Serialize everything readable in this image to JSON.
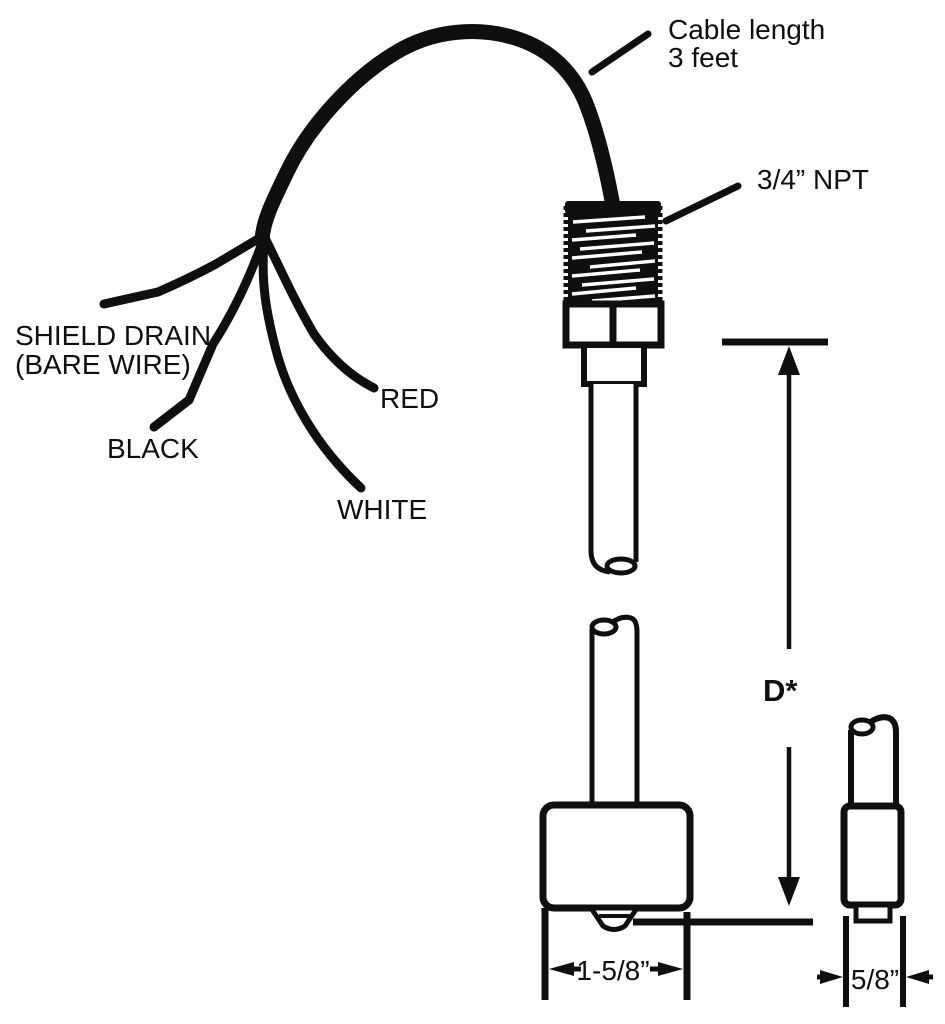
{
  "diagram": {
    "kind": "probe-assembly-technical-drawing",
    "callouts": {
      "cable_length_line1": "Cable length",
      "cable_length_line2": "3 feet",
      "thread_spec": "3/4” NPT"
    },
    "wire_labels": {
      "shield_line1": "SHIELD DRAIN",
      "shield_line2": "(BARE WIRE)",
      "red": "RED",
      "black": "BLACK",
      "white": "WHITE"
    },
    "dimensions": {
      "insertion_depth": "D*",
      "body_width": "1-5/8”",
      "side_width": "5/8”"
    },
    "colors": {
      "ink": "#0f0f0f",
      "background": "#ffffff"
    }
  }
}
